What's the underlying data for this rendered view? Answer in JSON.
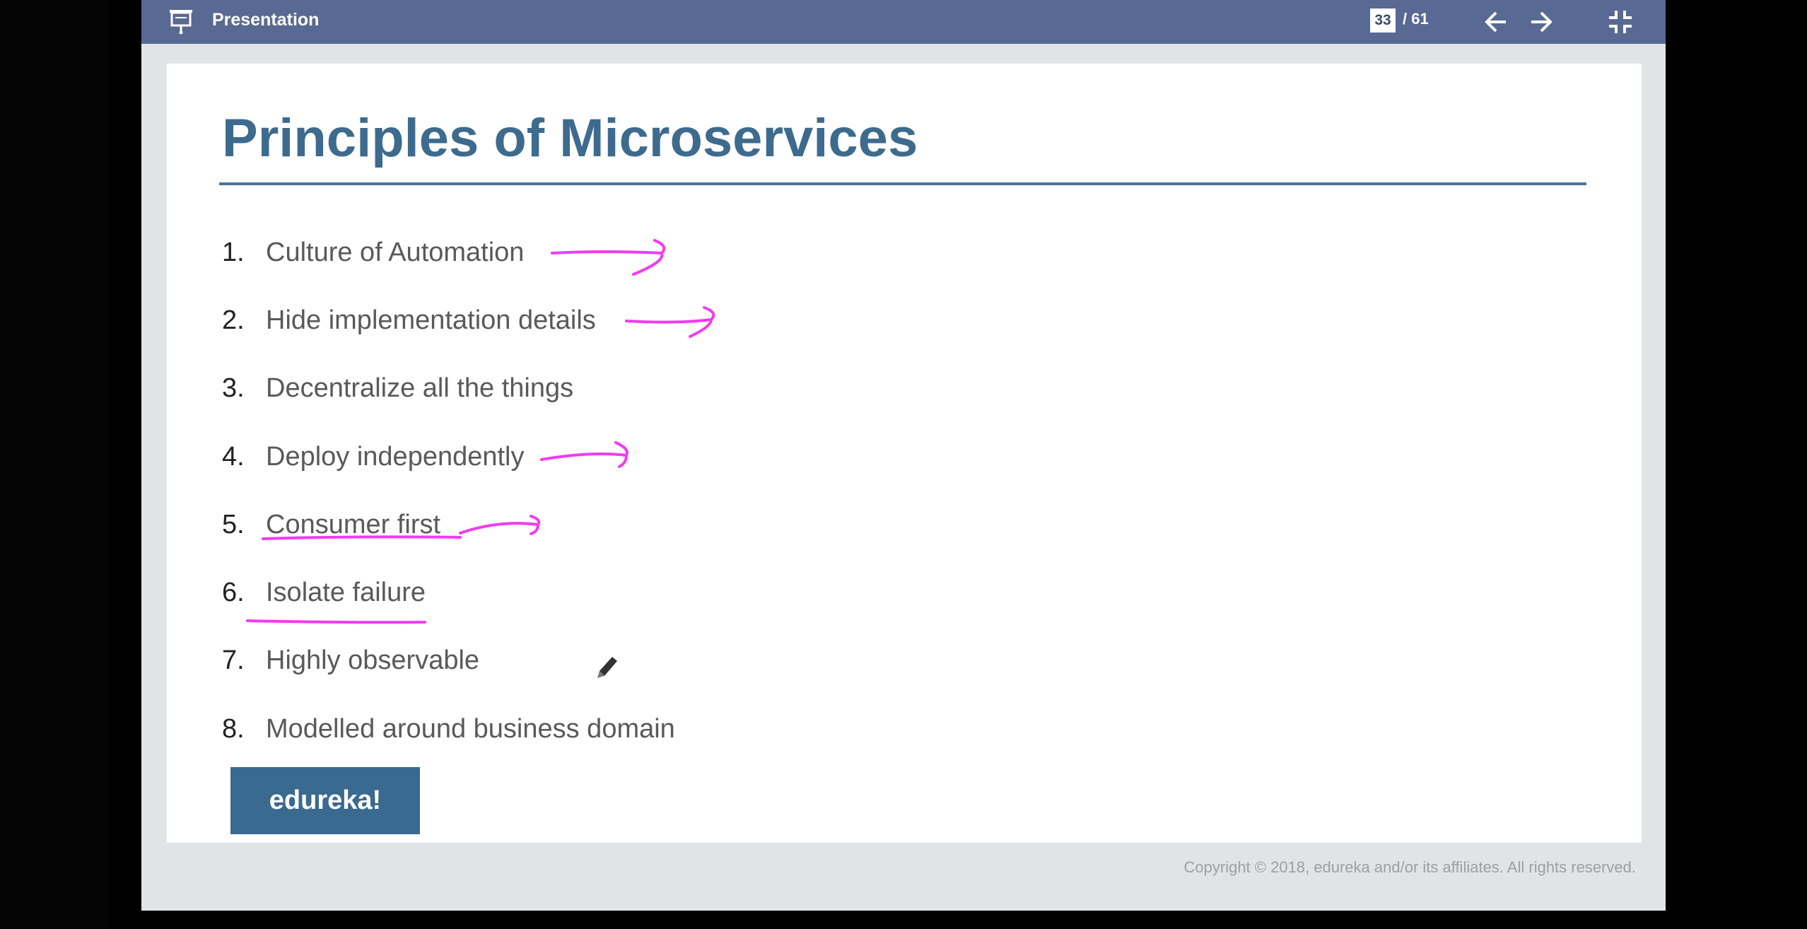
{
  "toolbar": {
    "title": "Presentation",
    "current_page": "33",
    "total_pages": "/ 61",
    "icons": [
      "presentation-icon",
      "arrow-left-icon",
      "arrow-right-icon",
      "exit-fullscreen-icon"
    ]
  },
  "slide": {
    "title": "Principles of Microservices",
    "items": [
      {
        "num": "1.",
        "text": "Culture of Automation"
      },
      {
        "num": "2.",
        "text": "Hide implementation details"
      },
      {
        "num": "3.",
        "text": "Decentralize all the things"
      },
      {
        "num": "4.",
        "text": "Deploy independently"
      },
      {
        "num": "5.",
        "text": "Consumer first"
      },
      {
        "num": "6.",
        "text": "Isolate failure"
      },
      {
        "num": "7.",
        "text": "Highly observable"
      },
      {
        "num": "8.",
        "text": "Modelled around business domain"
      }
    ],
    "annotation_color": "#f03cf0",
    "title_color": "#3d6b8e"
  },
  "footer": {
    "logo": "edureka!",
    "copyright": "Copyright © 2018, edureka and/or its affiliates. All rights reserved."
  },
  "colors": {
    "toolbar_bg": "#586993",
    "logo_bg": "#3a6a8f"
  }
}
